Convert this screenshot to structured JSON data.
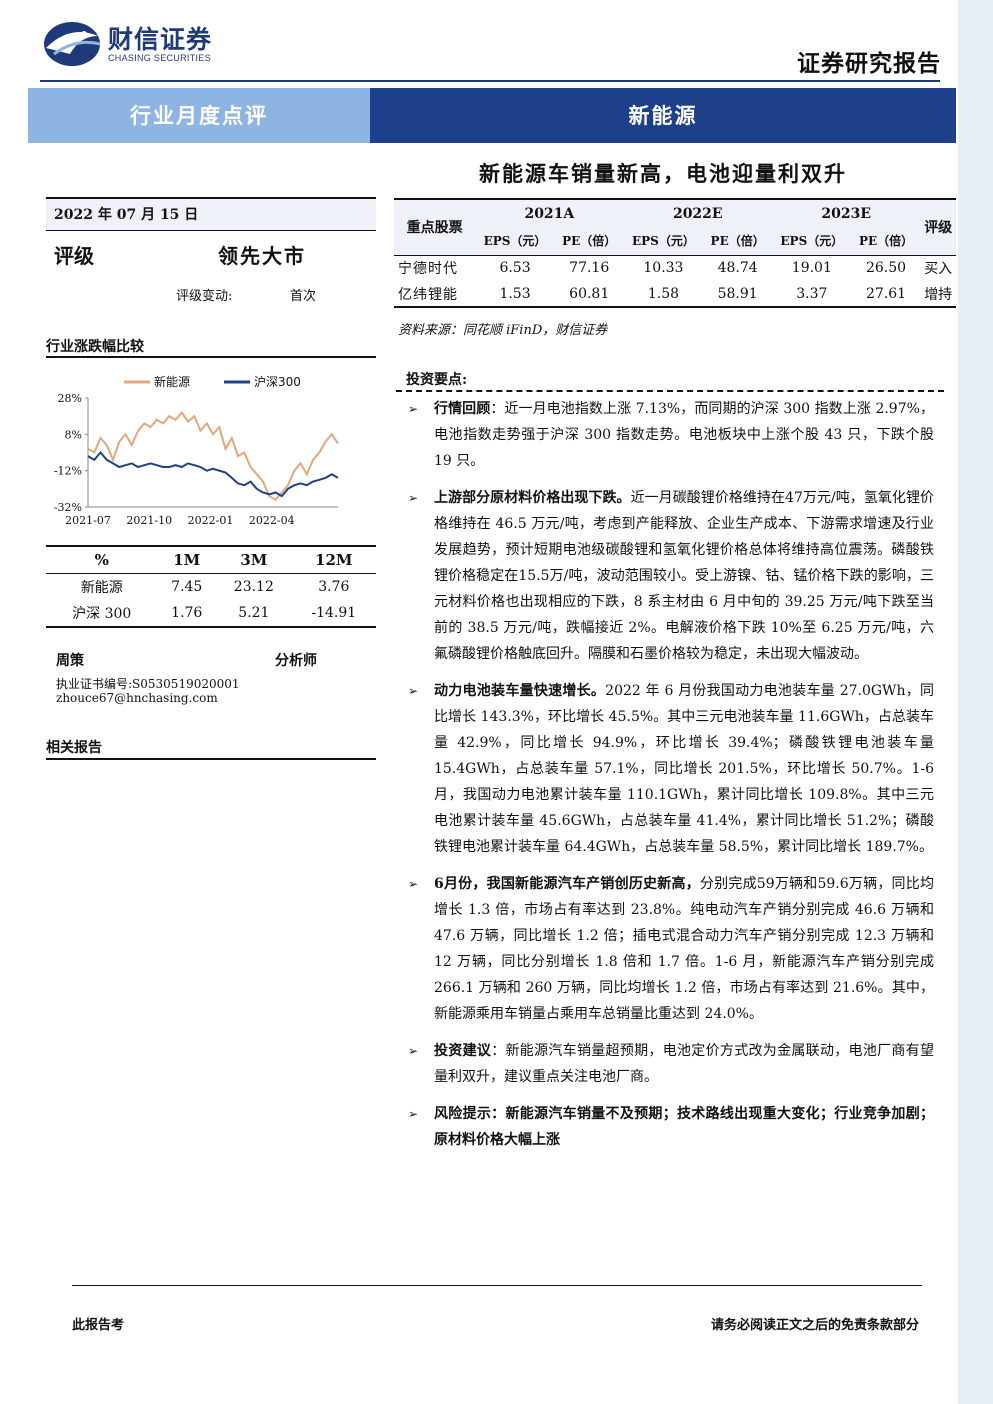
{
  "brand": {
    "name_cn": "财信证券",
    "name_en": "CHASING SECURITIES",
    "primary": "#1e3a7a"
  },
  "header": {
    "report_kind": "证券研究报告",
    "category": "行业月度点评",
    "sector": "新能源"
  },
  "headline": "新能源车销量新高，电池迎量利双升",
  "meta": {
    "date": "2022 年 07 月 15 日",
    "rating_label": "评级",
    "rating_value": "领先大市",
    "change_label": "评级变动:",
    "change_value": "首次"
  },
  "sections": {
    "comparison_title": "行业涨跌幅比较",
    "related_title": "相关报告",
    "key_points_title": "投资要点:"
  },
  "chart_data": {
    "type": "line",
    "ylim": [
      -32,
      28
    ],
    "yticks": [
      "28%",
      "8%",
      "-12%",
      "-32%"
    ],
    "xticks": [
      "2021-07",
      "2021-10",
      "2022-01",
      "2022-04"
    ],
    "series": [
      {
        "name": "新能源",
        "color": "#e3a77c",
        "values": [
          0,
          -2,
          6,
          2,
          -6,
          4,
          8,
          2,
          10,
          14,
          12,
          16,
          14,
          18,
          16,
          20,
          15,
          18,
          10,
          14,
          8,
          12,
          0,
          6,
          -4,
          -2,
          -10,
          -14,
          -18,
          -26,
          -28,
          -24,
          -20,
          -12,
          -8,
          -14,
          -6,
          -2,
          4,
          8,
          3
        ]
      },
      {
        "name": "沪深300",
        "color": "#1e3f8a",
        "values": [
          -4,
          -6,
          -2,
          -6,
          -8,
          -10,
          -9,
          -8,
          -10,
          -9,
          -8,
          -9,
          -10,
          -10,
          -9,
          -10,
          -8,
          -9,
          -10,
          -12,
          -11,
          -12,
          -13,
          -16,
          -19,
          -20,
          -18,
          -22,
          -24,
          -25,
          -24,
          -26,
          -22,
          -20,
          -19,
          -20,
          -18,
          -17,
          -16,
          -14,
          -16
        ]
      }
    ]
  },
  "perf_table": {
    "headers": [
      "%",
      "1M",
      "3M",
      "12M"
    ],
    "rows": [
      [
        "新能源",
        "7.45",
        "23.12",
        "3.76"
      ],
      [
        "沪深 300",
        "1.76",
        "5.21",
        "-14.91"
      ]
    ]
  },
  "analyst": {
    "name": "周策",
    "role": "分析师",
    "cert": "执业证书编号:S0530519020001",
    "email": "zhouce67@hnchasing.com"
  },
  "stock_table": {
    "header_key": "重点股票",
    "years": [
      "2021A",
      "2022E",
      "2023E"
    ],
    "rating_header": "评级",
    "sub": [
      "EPS（元）",
      "PE（倍）",
      "EPS（元）",
      "PE（倍）",
      "EPS（元）",
      "PE（倍）"
    ],
    "rows": [
      [
        "宁德时代",
        "6.53",
        "77.16",
        "10.33",
        "48.74",
        "19.01",
        "26.50",
        "买入"
      ],
      [
        "亿纬锂能",
        "1.53",
        "60.81",
        "1.58",
        "58.91",
        "3.37",
        "27.61",
        "增持"
      ]
    ],
    "source": "资料来源：同花顺 iFinD，财信证券"
  },
  "bullets": [
    {
      "lead": "行情回顾",
      "sep": "：",
      "text": "近一月电池指数上涨 7.13%，而同期的沪深 300 指数上涨 2.97%，电池指数走势强于沪深 300 指数走势。电池板块中上涨个股 43 只，下跌个股 19 只。"
    },
    {
      "lead": "上游部分原材料价格出现下跌。",
      "sep": "",
      "text": "近一月碳酸锂价格维持在47万元/吨，氢氧化锂价格维持在 46.5 万元/吨，考虑到产能释放、企业生产成本、下游需求增速及行业发展趋势，预计短期电池级碳酸锂和氢氧化锂价格总体将维持高位震荡。磷酸铁锂价格稳定在15.5万/吨，波动范围较小。受上游镍、钴、锰价格下跌的影响，三元材料价格也出现相应的下跌，8 系主材由 6 月中旬的 39.25 万元/吨下跌至当前的 38.5 万元/吨，跌幅接近 2%。电解液价格下跌 10%至 6.25 万元/吨，六氟磷酸锂价格触底回升。隔膜和石墨价格较为稳定，未出现大幅波动。"
    },
    {
      "lead": "动力电池装车量快速增长。",
      "sep": "",
      "text": "2022 年 6 月份我国动力电池装车量 27.0GWh，同比增长 143.3%，环比增长 45.5%。其中三元电池装车量 11.6GWh，占总装车量 42.9%，同比增长 94.9%，环比增长 39.4%；磷酸铁锂电池装车量 15.4GWh，占总装车量 57.1%，同比增长 201.5%，环比增长 50.7%。1-6 月，我国动力电池累计装车量 110.1GWh，累计同比增长 109.8%。其中三元电池累计装车量 45.6GWh，占总装车量 41.4%，累计同比增长 51.2%；磷酸铁锂电池累计装车量 64.4GWh，占总装车量 58.5%，累计同比增长 189.7%。"
    },
    {
      "lead": "6月份，我国新能源汽车产销创历史新高，",
      "sep": "",
      "text": "分别完成59万辆和59.6万辆，同比均增长 1.3 倍，市场占有率达到 23.8%。纯电动汽车产销分别完成 46.6 万辆和 47.6 万辆，同比增长 1.2 倍；插电式混合动力汽车产销分别完成 12.3 万辆和 12 万辆，同比分别增长 1.8 倍和 1.7 倍。1-6 月，新能源汽车产销分别完成 266.1 万辆和 260 万辆，同比均增长 1.2 倍，市场占有率达到 21.6%。其中，新能源乘用车销量占乘用车总销量比重达到 24.0%。"
    },
    {
      "lead": "投资建议",
      "sep": "：",
      "text": "新能源汽车销量超预期，电池定价方式改为金属联动，电池厂商有望量利双升，建议重点关注电池厂商。"
    },
    {
      "lead": "风险提示：新能源汽车销量不及预期；技术路线出现重大变化；行业竞争加剧；原材料价格大幅上涨",
      "sep": "",
      "text": ""
    }
  ],
  "footer": {
    "left": "此报告考",
    "right": "请务必阅读正文之后的免责条款部分"
  }
}
